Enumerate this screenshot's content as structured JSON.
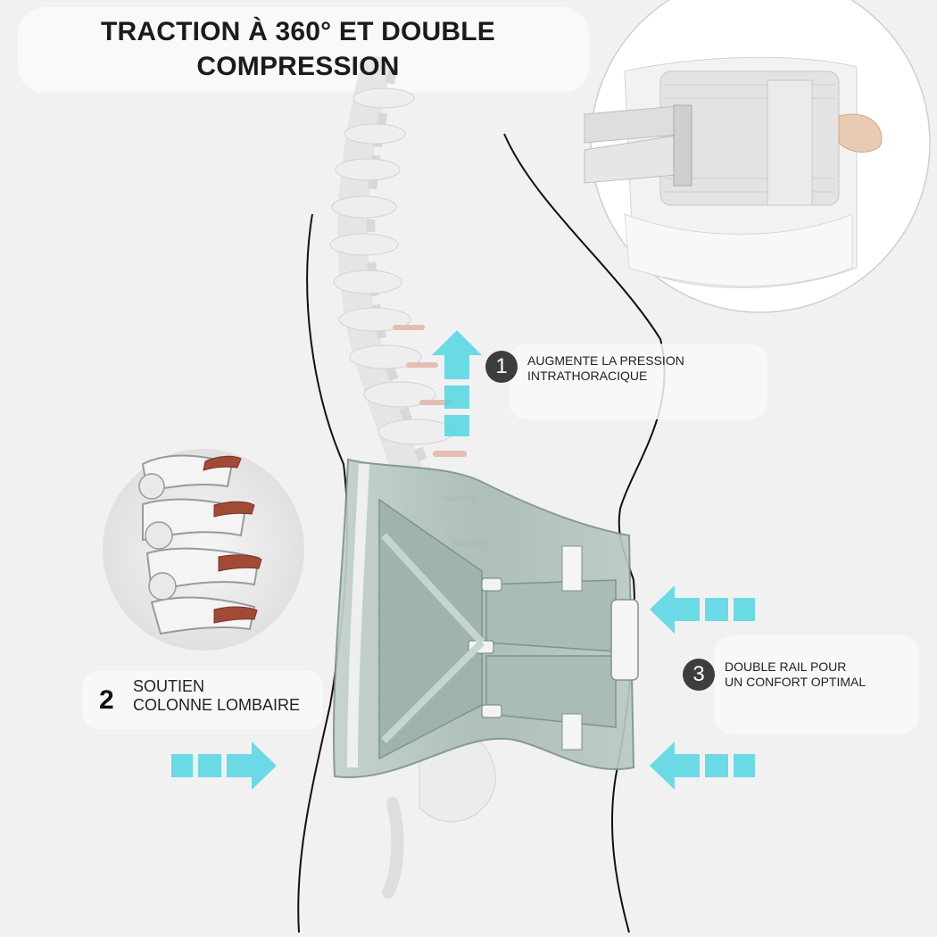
{
  "title": {
    "line1": "TRACTION À 360° ET DOUBLE",
    "line2": "COMPRESSION"
  },
  "features": [
    {
      "number": "1",
      "line1": "AUGMENTE LA PRESSION",
      "line2": "INTRATHORACIQUE"
    },
    {
      "number": "2",
      "line1": "SOUTIEN",
      "line2": "COLONNE LOMBAIRE"
    },
    {
      "number": "3",
      "line1": "DOUBLE RAIL POUR",
      "line2": "UN CONFORT OPTIMAL"
    }
  ],
  "colors": {
    "brace": "#a9bdb6",
    "brace_edge": "#7f938d",
    "arrow": "#53d6e4",
    "disc": "#b85540",
    "bone": "#e8e8e8"
  },
  "icons": [
    "arrow-up-icon",
    "arrow-left-icon",
    "arrow-right-icon"
  ]
}
